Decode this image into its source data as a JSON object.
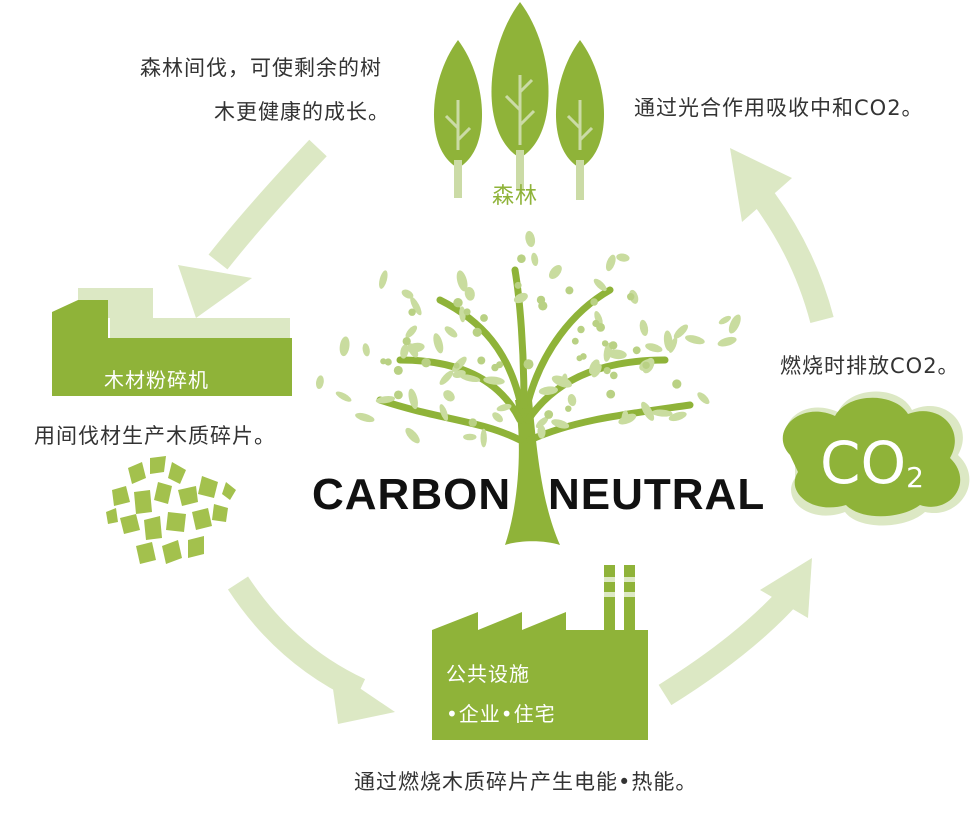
{
  "center": {
    "word_left": "CARBON",
    "word_right": "NEUTRAL"
  },
  "nodes": {
    "forest": {
      "label": "森林"
    },
    "chipper": {
      "label": "木材粉碎机"
    },
    "facility": {
      "line1": "公共设施",
      "line2": "•企业•住宅"
    },
    "co2": {
      "main": "CO",
      "sub": "2"
    }
  },
  "captions": {
    "thinning_line1": "森林间伐，可使剩余的树",
    "thinning_line2": "木更健康的成长。",
    "absorb": "通过光合作用吸收中和CO2。",
    "chips": "用间伐材生产木质碎片。",
    "emit": "燃烧时排放CO2。",
    "power": "通过燃烧木质碎片产生电能•热能。"
  },
  "colors": {
    "primary_green": "#8fb339",
    "mid_green": "#a3c14d",
    "light_green": "#cbdba6",
    "pale_green": "#dce8c4",
    "text": "#333333"
  }
}
